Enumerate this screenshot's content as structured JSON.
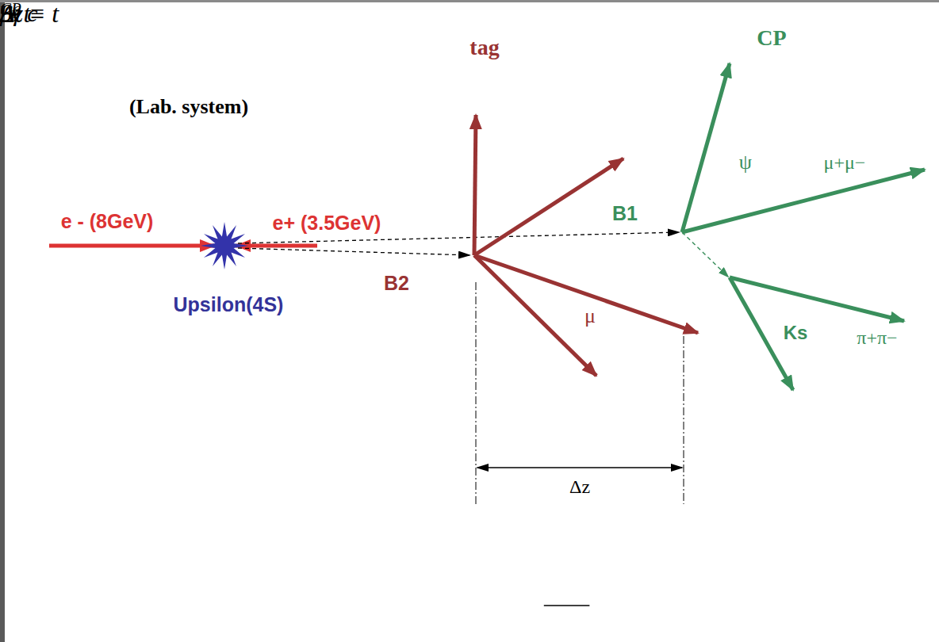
{
  "diagram": {
    "labels": [
      "(Lab. system)",
      "tag",
      "CP",
      "ψ",
      "μ+μ−",
      "e - (8GeV)",
      "e+ (3.5GeV)",
      "B1",
      "B2",
      "Upsilon(4S)",
      "μ",
      "Ks",
      "π+π−",
      "Δz",
      "Δt ≡ t",
      "CP",
      "− t",
      "tag",
      "∼",
      "Δz",
      "βγ c"
    ]
  }
}
